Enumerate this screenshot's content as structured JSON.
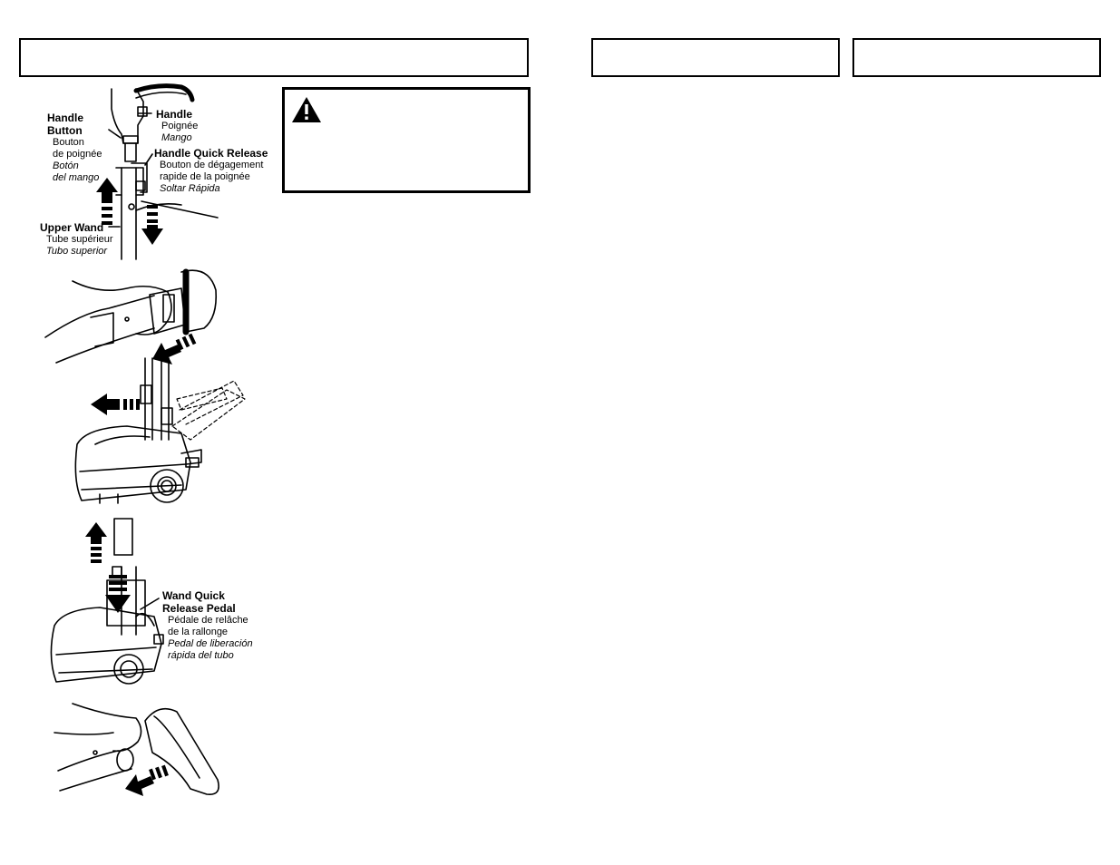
{
  "labels": {
    "handle_button": {
      "en1": "Handle",
      "en2": "Button",
      "fr1": "Bouton",
      "fr2": "de poignée",
      "es1": "Botón",
      "es2": "del mango"
    },
    "handle": {
      "en": "Handle",
      "fr": "Poignée",
      "es": "Mango"
    },
    "handle_quick_release": {
      "en": "Handle Quick Release",
      "fr1": "Bouton de dégagement",
      "fr2": "rapide de la poignée",
      "es": "Soltar Rápida"
    },
    "upper_wand": {
      "en": "Upper Wand",
      "fr": "Tube supérieur",
      "es": "Tubo superior"
    },
    "wand_quick_release": {
      "en1": "Wand Quick",
      "en2": "Release Pedal",
      "fr1": "Pédale de relâche",
      "fr2": "de la rallonge",
      "es1": "Pedal de liberación",
      "es2": "rápida del tubo"
    }
  }
}
